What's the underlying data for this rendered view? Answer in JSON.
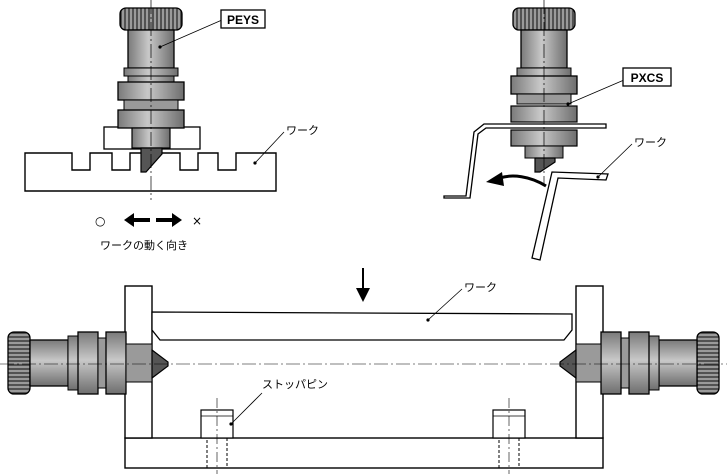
{
  "labels": {
    "peys": "PEYS",
    "pxcs": "PXCS",
    "work_top_left": "ワーク",
    "work_top_right": "ワーク",
    "work_bottom": "ワーク",
    "circle_symbol": "○",
    "cross_symbol": "×",
    "movement_caption": "ワークの動く向き",
    "stopper_pin": "ストッパピン"
  },
  "colors": {
    "plunger_dark": "#8a8a8a",
    "plunger_mid": "#b4b4b4",
    "plunger_light": "#e0e0e0",
    "line": "#000000"
  }
}
